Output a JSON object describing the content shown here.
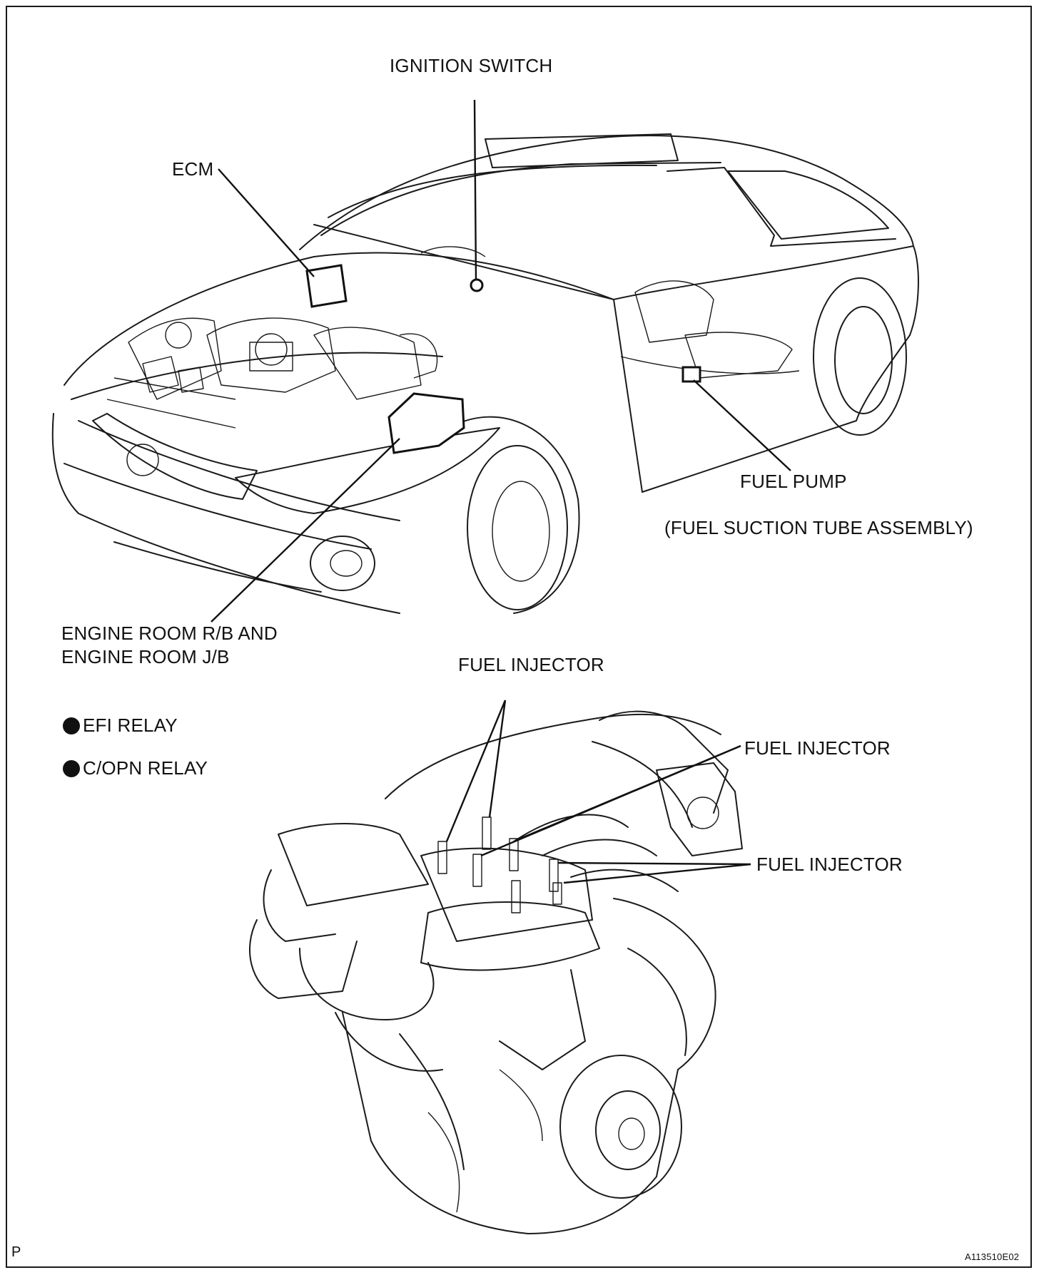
{
  "labels": {
    "ignition_switch": "IGNITION SWITCH",
    "ecm": "ECM",
    "fuel_pump": "FUEL PUMP",
    "fuel_suction": "(FUEL SUCTION TUBE ASSEMBLY)",
    "engine_room_line1": "ENGINE ROOM R/B AND",
    "engine_room_line2": "ENGINE ROOM J/B",
    "fuel_injector_top": "FUEL INJECTOR",
    "fuel_injector_right_upper": "FUEL INJECTOR",
    "fuel_injector_right_lower": "FUEL INJECTOR",
    "efi_relay": "EFI RELAY",
    "copn_relay": "C/OPN RELAY",
    "corner_letter": "P",
    "figure_code": "A113510E02"
  },
  "colors": {
    "line": "#1a1a1a",
    "background": "#ffffff"
  },
  "icons": {
    "relay_marker": "filled-circle-icon"
  }
}
